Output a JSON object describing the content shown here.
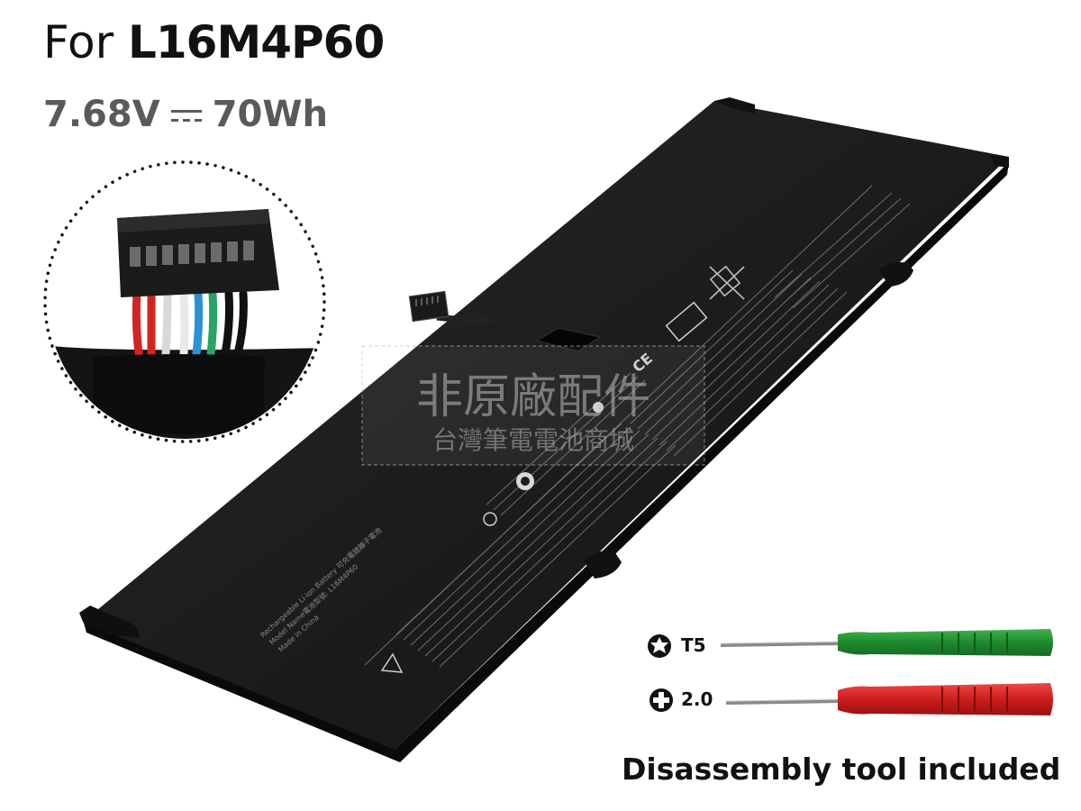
{
  "header": {
    "prefix": "For",
    "model": "L16M4P60",
    "voltage": "7.68V",
    "capacity": "70Wh"
  },
  "tools": [
    {
      "label": "T5",
      "icon": "torx-icon",
      "handle_color": "#1f8a2e"
    },
    {
      "label": "2.0",
      "icon": "phillips-icon",
      "handle_color": "#cc1d1d"
    }
  ],
  "tool_note": "Disassembly tool included",
  "watermark": {
    "line1": "非原廠配件",
    "line2": "台灣筆電電池商城"
  },
  "label_text": {
    "product_line": "Rechargeable Li-ion Battery 可充電鋰離子電池",
    "model_line": "Model Name電池型號: L16M4P60",
    "origin_line": "Made in China"
  }
}
